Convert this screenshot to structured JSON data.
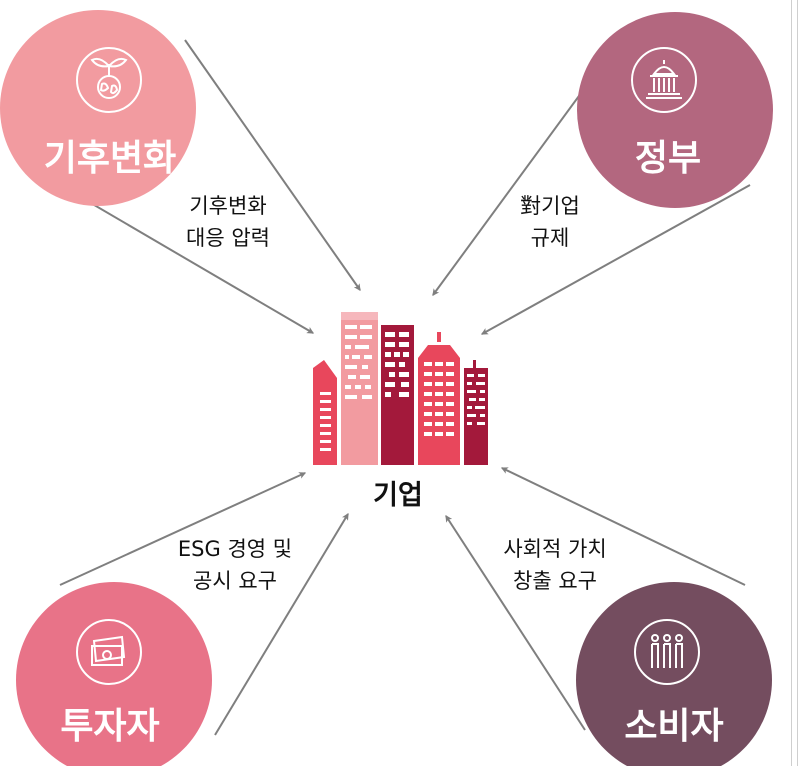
{
  "colors": {
    "climate": "#f29ba0",
    "government": "#b3677f",
    "investor": "#e87388",
    "consumer": "#744d5f",
    "arrow": "#7f7f7f"
  },
  "nodes": {
    "climate": {
      "label": "기후변화",
      "icon": "globe-sprout-icon"
    },
    "government": {
      "label": "정부",
      "icon": "capitol-icon"
    },
    "investor": {
      "label": "투자자",
      "icon": "banknote-icon"
    },
    "consumer": {
      "label": "소비자",
      "icon": "people-icon"
    },
    "center": {
      "label": "기업",
      "icon": "city-buildings-icon"
    }
  },
  "edges": {
    "climate": {
      "line1": "기후변화",
      "line2": "대응 압력"
    },
    "government": {
      "line1": "對기업",
      "line2": "규제"
    },
    "investor": {
      "line1": "ESG 경영 및",
      "line2": "공시 요구"
    },
    "consumer": {
      "line1": "사회적 가치",
      "line2": "창출 요구"
    }
  }
}
